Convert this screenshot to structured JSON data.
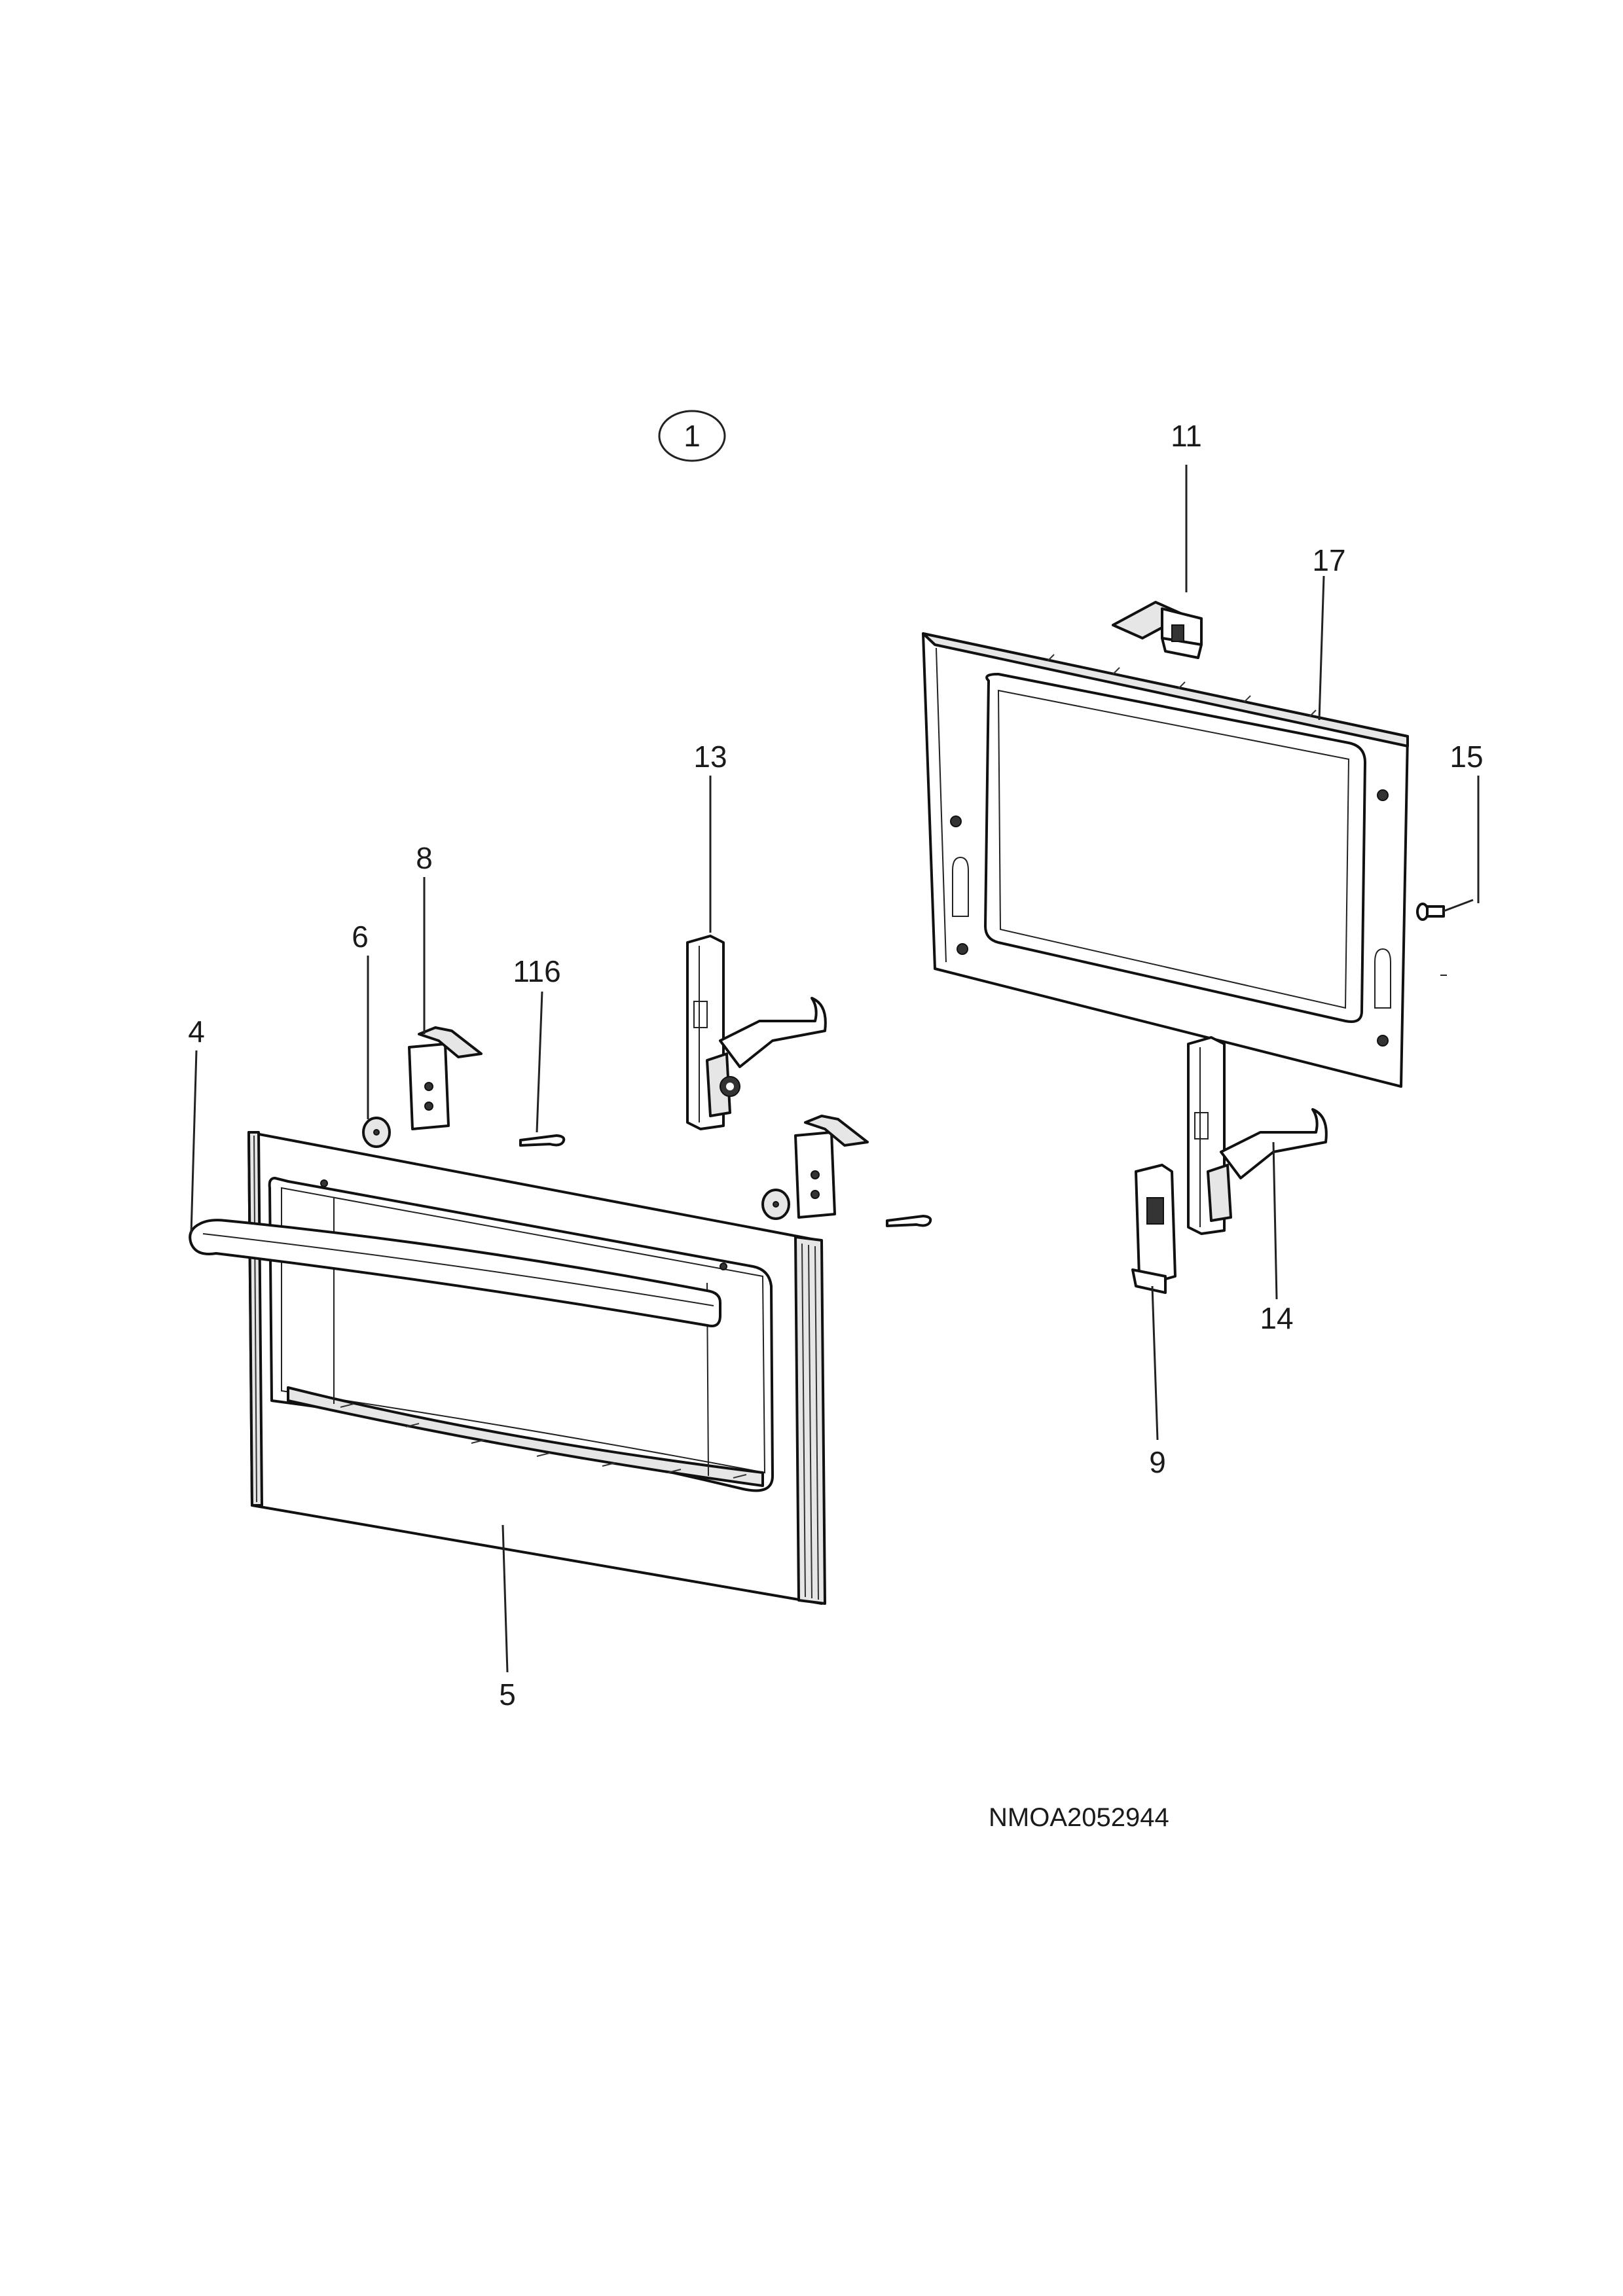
{
  "diagram": {
    "assembly_number": "1",
    "drawing_code": "NMOA2052944",
    "callouts": [
      "11",
      "17",
      "15",
      "13",
      "8",
      "6",
      "116",
      "4",
      "14",
      "9",
      "5"
    ]
  },
  "colors": {
    "line": "#111111",
    "background": "#ffffff"
  }
}
